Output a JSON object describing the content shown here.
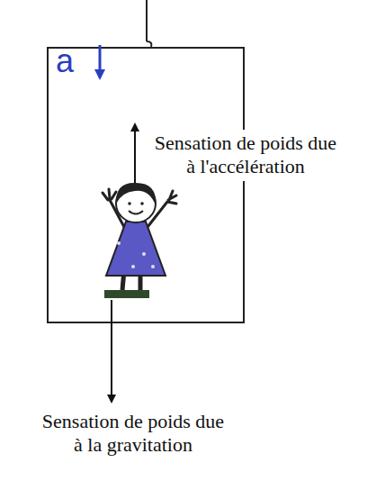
{
  "diagram": {
    "labels": [
      "a",
      "Sensation de poids due à l'accélération",
      "Sensation de poids due à la gravitation"
    ]
  }
}
